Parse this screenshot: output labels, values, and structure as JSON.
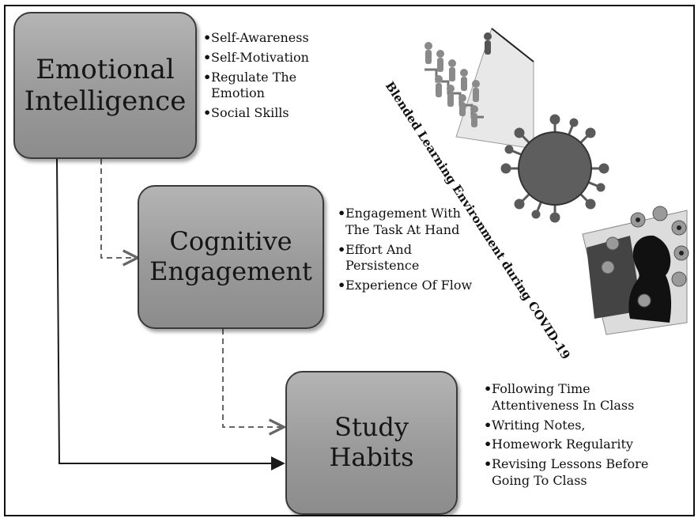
{
  "diagram": {
    "side_label": "Blended Learning Environment during COVID-19",
    "nodes": [
      {
        "id": "emotional-intelligence",
        "title": "Emotional\nIntelligence",
        "bullets": [
          "Self-Awareness",
          "Self-Motivation",
          "Regulate The\nEmotion",
          "Social Skills"
        ]
      },
      {
        "id": "cognitive-engagement",
        "title": "Cognitive\nEngagement",
        "bullets": [
          "Engagement With\nThe Task At Hand",
          "Effort And\nPersistence",
          "Experience Of Flow"
        ]
      },
      {
        "id": "study-habits",
        "title": "Study\nHabits",
        "bullets": [
          "Following Time\nAttentiveness In Class",
          "Writing Notes,",
          "Homework Regularity",
          "Revising Lessons Before\nGoing To Class"
        ]
      }
    ],
    "edges": [
      {
        "from": "emotional-intelligence",
        "to": "cognitive-engagement",
        "style": "dashed"
      },
      {
        "from": "cognitive-engagement",
        "to": "study-habits",
        "style": "dashed"
      },
      {
        "from": "emotional-intelligence",
        "to": "study-habits",
        "style": "solid"
      }
    ],
    "colors": {
      "box_fill": "#9e9e9e",
      "box_border": "#3a3a3a",
      "solid_line": "#1a1a1a",
      "dashed_line": "#666666",
      "virus": "#5a5a5a"
    },
    "illustrations": [
      "people-climbing-stairs",
      "virus-icon",
      "online-learner-silhouette"
    ]
  }
}
